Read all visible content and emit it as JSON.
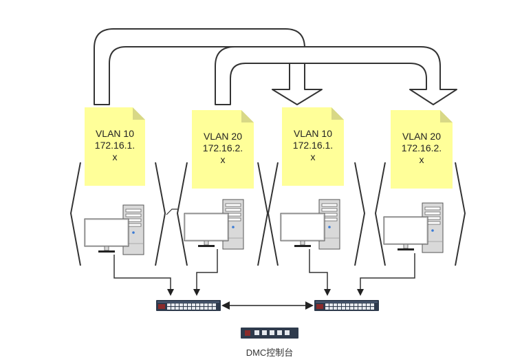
{
  "notes": [
    {
      "vlan": "VLAN 10",
      "ip": "172.16.1.",
      "suffix": "x"
    },
    {
      "vlan": "VLAN 20",
      "ip": "172.16.2.",
      "suffix": "x"
    },
    {
      "vlan": "VLAN 10",
      "ip": "172.16.1.",
      "suffix": "x"
    },
    {
      "vlan": "VLAN 20",
      "ip": "172.16.2.",
      "suffix": "x"
    }
  ],
  "console_label": "DMC控制台",
  "colors": {
    "note_fill": "#ffff99",
    "line": "#333333",
    "switch_body": "#2e3a4c",
    "switch_port": "#5b6e86",
    "pc_gray": "#d7d7d7"
  }
}
